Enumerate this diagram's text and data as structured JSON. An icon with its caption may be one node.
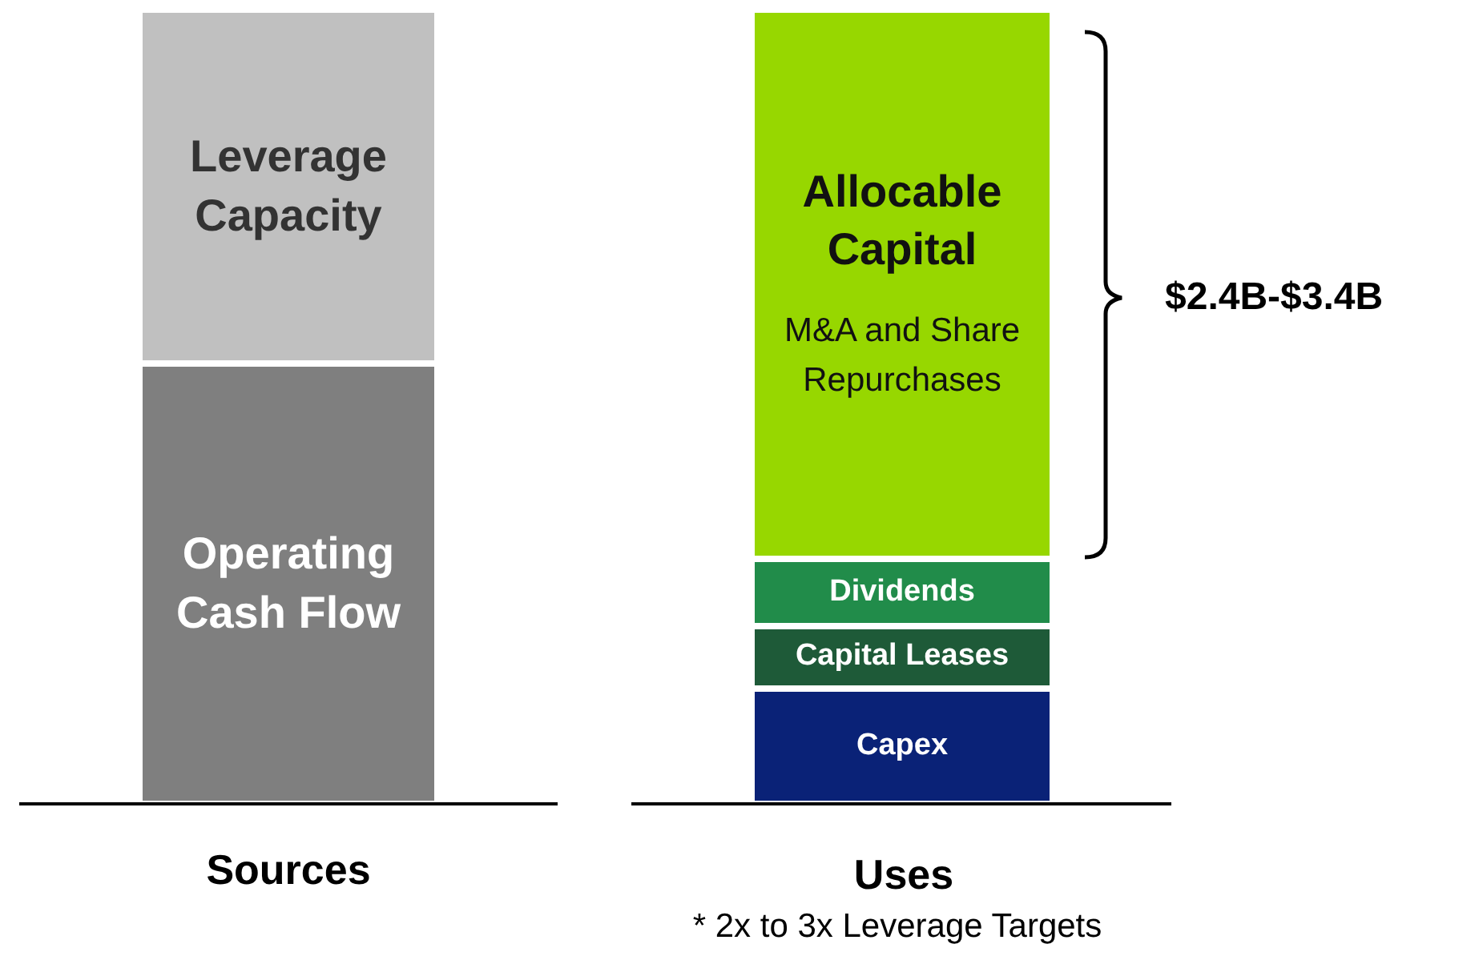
{
  "diagram": {
    "nodes": [
      {
        "text": [
          "Leverage Capacity"
        ]
      },
      {
        "text": [
          "Operating Cash Flow"
        ]
      },
      {
        "text": [
          "Allocable Capital",
          "M&A and Share Repurchases"
        ]
      },
      {
        "text": [
          "Dividends"
        ]
      },
      {
        "text": [
          "Capital Leases"
        ]
      },
      {
        "text": [
          "Capex"
        ]
      }
    ],
    "labels": [
      "$2.4B-$3.4B",
      "Sources",
      "Uses",
      "* 2x to 3x Leverage Targets"
    ]
  }
}
